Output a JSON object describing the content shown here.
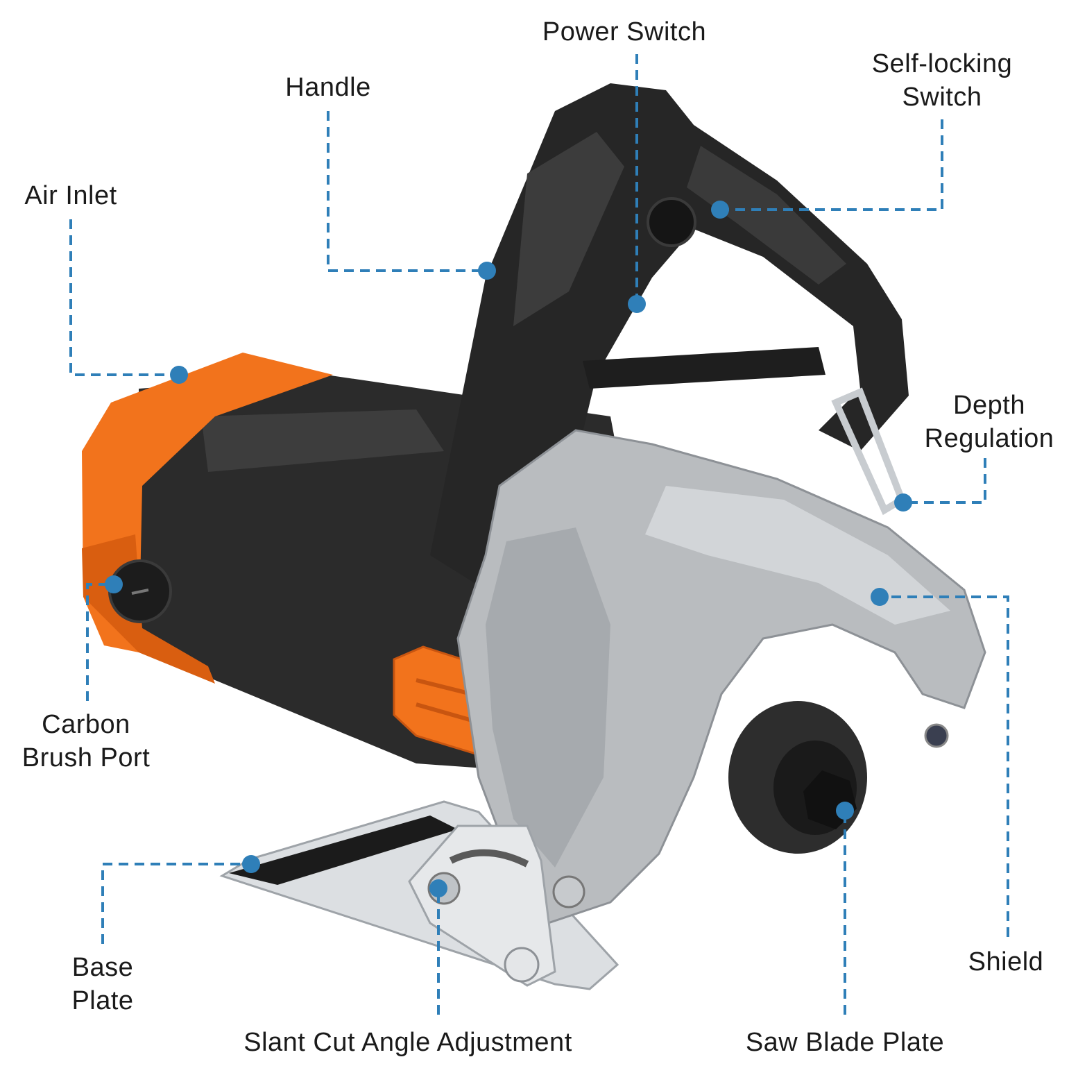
{
  "colors": {
    "leader": "#2f7fb8",
    "label_text": "#1a1a1a",
    "tool_body": "#2b2b2b",
    "tool_accent": "#f2731c",
    "housing": "#b9bcbf",
    "plate": "#dcdfe2"
  },
  "callouts": [
    {
      "key": "power_switch",
      "lines": [
        "Power Switch"
      ]
    },
    {
      "key": "self_locking_switch",
      "lines": [
        "Self-locking",
        "Switch"
      ]
    },
    {
      "key": "handle",
      "lines": [
        "Handle"
      ]
    },
    {
      "key": "air_inlet",
      "lines": [
        "Air Inlet"
      ]
    },
    {
      "key": "depth_regulation",
      "lines": [
        "Depth",
        "Regulation"
      ]
    },
    {
      "key": "carbon_brush_port",
      "lines": [
        "Carbon",
        "Brush Port"
      ]
    },
    {
      "key": "shield",
      "lines": [
        "Shield"
      ]
    },
    {
      "key": "base_plate",
      "lines": [
        "Base",
        "Plate"
      ]
    },
    {
      "key": "slant_cut_angle_adjustment",
      "lines": [
        "Slant Cut Angle Adjustment"
      ]
    },
    {
      "key": "saw_blade_plate",
      "lines": [
        "Saw Blade Plate"
      ]
    }
  ]
}
